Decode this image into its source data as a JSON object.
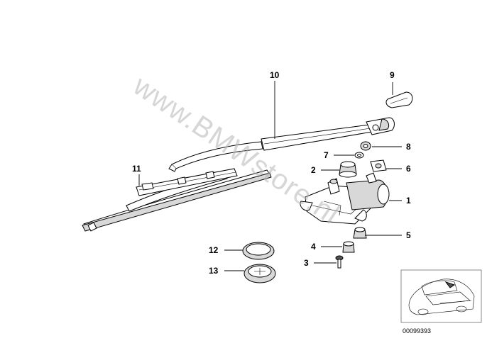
{
  "watermark": "www.BMWstore.nl",
  "reference_code": "00099393",
  "callouts": [
    {
      "id": "1",
      "label": "1"
    },
    {
      "id": "2",
      "label": "2"
    },
    {
      "id": "3",
      "label": "3"
    },
    {
      "id": "4",
      "label": "4"
    },
    {
      "id": "5",
      "label": "5"
    },
    {
      "id": "6",
      "label": "6"
    },
    {
      "id": "7",
      "label": "7"
    },
    {
      "id": "8",
      "label": "8"
    },
    {
      "id": "9",
      "label": "9"
    },
    {
      "id": "10",
      "label": "10"
    },
    {
      "id": "11",
      "label": "11"
    },
    {
      "id": "12",
      "label": "12"
    },
    {
      "id": "13",
      "label": "13"
    }
  ]
}
